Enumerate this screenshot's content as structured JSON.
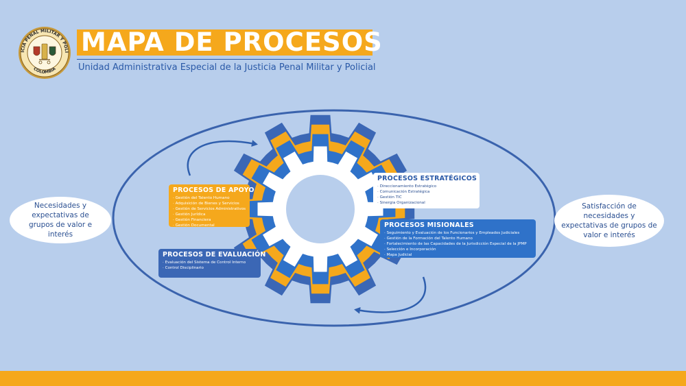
{
  "header": {
    "title": "MAPA DE PROCESOS",
    "subtitle": "Unidad Administrativa Especial de la Justicia Penal Militar y Policial"
  },
  "logo": {
    "ring_text_top": "JUSTICIA PENAL MILITAR Y POLICIAL",
    "ring_text_bottom": "COLOMBIA"
  },
  "inputs": {
    "left_text": "Necesidades y expectativas de grupos de valor e interés"
  },
  "outputs": {
    "right_text": "Satisfacción de necesidades y expectativas de grupos de valor e interés"
  },
  "processes": {
    "apoyo": {
      "title": "PROCESOS DE APOYO",
      "items": [
        "Gestión del Talento Humano",
        "Adquisición de Bienes y Servicios",
        "Gestión de Servicios Administrativos",
        "Gestión Jurídica",
        "Gestión Financiera",
        "Gestión Documental"
      ]
    },
    "estrategicos": {
      "title": "PROCESOS ESTRATÉGICOS",
      "items": [
        "Direccionamiento Estratégico",
        "Comunicación Estratégica",
        "Gestión TIC",
        "Sinergia Organizacional"
      ]
    },
    "misionales": {
      "title": "PROCESOS MISIONALES",
      "items": [
        "Seguimiento y Evaluación de los Funcionarios y Empleados Judiciales",
        "Gestión de la Formación del Talento Humano",
        "Fortalecimiento de las Capacidades de la Jurisdicción Especial de la JPMP",
        "Selección e Incorporación",
        "Mapa Judicial"
      ]
    },
    "evaluacion": {
      "title": "PROCESOS DE EVALUACIÓN",
      "items": [
        "Evaluación del Sistema de Control Interno",
        "Control Disciplinario"
      ]
    }
  },
  "colors": {
    "background": "#b8ceec",
    "accent_orange": "#f5a81c",
    "dark_blue": "#2a59a7",
    "mid_blue": "#2f72c9",
    "ellipse_blue": "#3a63ad",
    "white": "#ffffff"
  }
}
